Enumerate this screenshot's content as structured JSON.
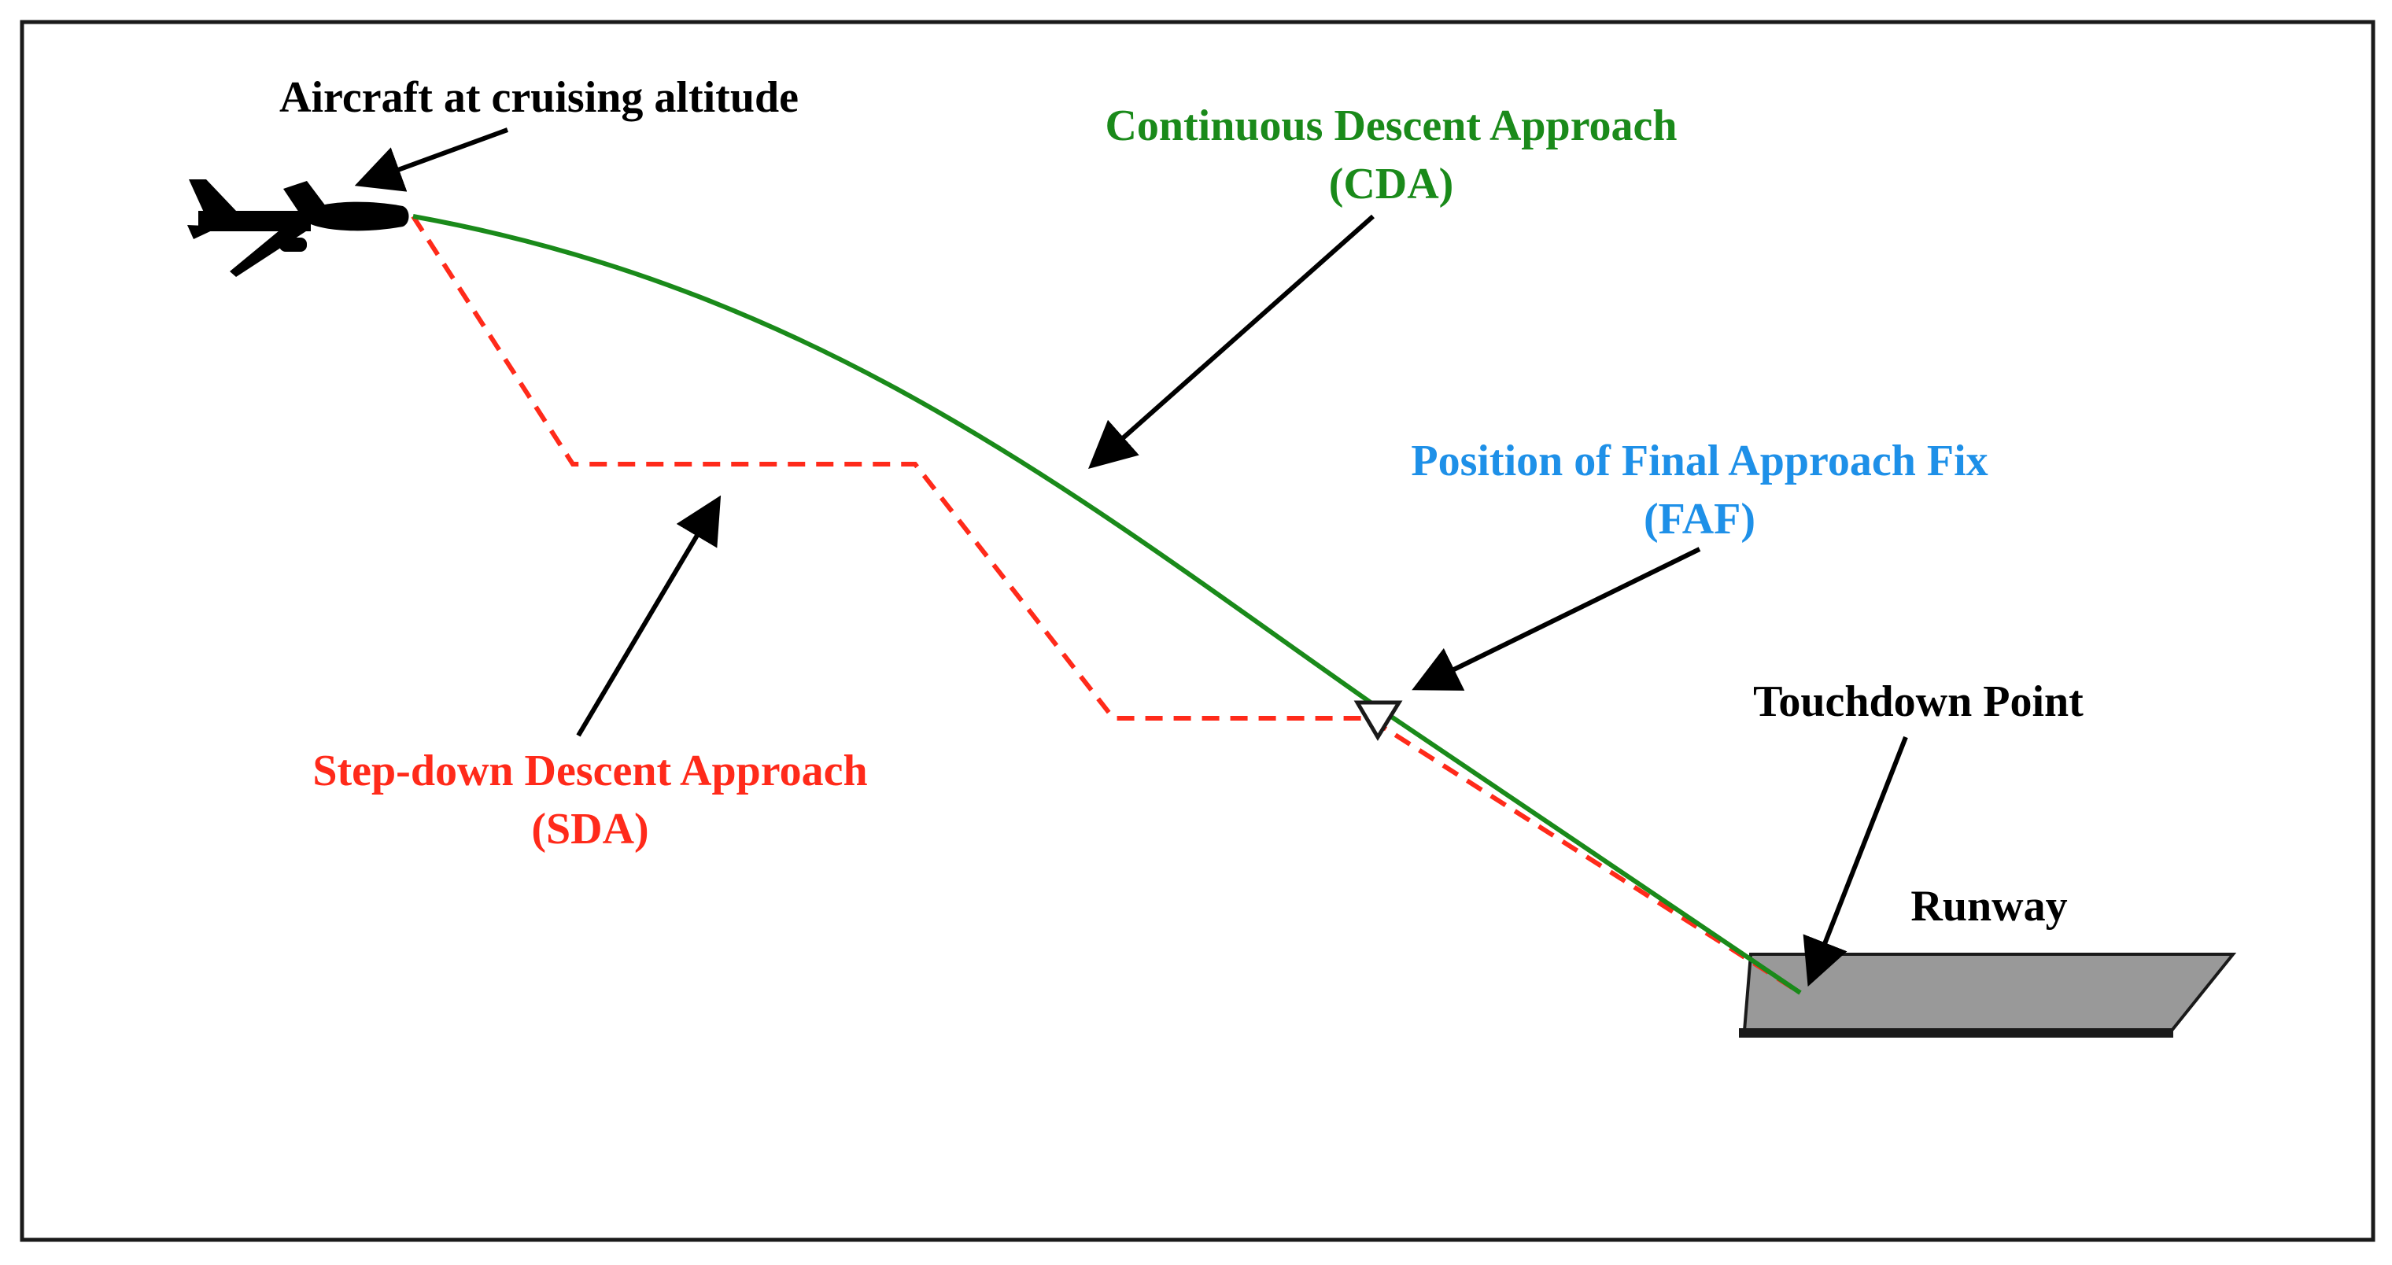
{
  "labels": {
    "aircraft": "Aircraft at cruising altitude",
    "cda_title": "Continuous Descent Approach",
    "cda_abbr": "(CDA)",
    "faf_title": "Position of Final Approach Fix",
    "faf_abbr": "(FAF)",
    "sda_title": "Step-down Descent Approach",
    "sda_abbr": "(SDA)",
    "touchdown": "Touchdown Point",
    "runway": "Runway"
  },
  "colors": {
    "cda": "#1a8a1a",
    "sda": "#ff2a1a",
    "faf": "#1e90e8",
    "text": "#000000",
    "runway_fill": "#999999",
    "runway_edge": "#1a1a1a",
    "frame": "#1a1a1a"
  },
  "icons": {
    "aircraft": "airplane-silhouette-icon",
    "faf_marker": "inverted-triangle-icon"
  }
}
